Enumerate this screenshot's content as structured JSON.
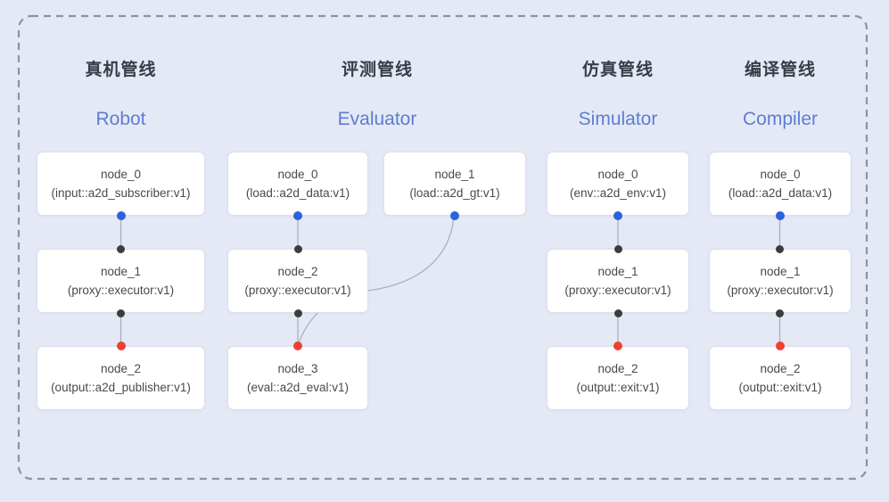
{
  "diagram": {
    "pipelines": [
      {
        "title_cn": "真机管线",
        "title_en": "Robot",
        "nodes": [
          {
            "name": "node_0",
            "type": "(input::a2d_subscriber:v1)"
          },
          {
            "name": "node_1",
            "type": "(proxy::executor:v1)"
          },
          {
            "name": "node_2",
            "type": "(output::a2d_publisher:v1)"
          }
        ]
      },
      {
        "title_cn": "评测管线",
        "title_en": "Evaluator",
        "nodes": [
          {
            "name": "node_0",
            "type": "(load::a2d_data:v1)"
          },
          {
            "name": "node_1",
            "type": "(load::a2d_gt:v1)"
          },
          {
            "name": "node_2",
            "type": "(proxy::executor:v1)"
          },
          {
            "name": "node_3",
            "type": "(eval::a2d_eval:v1)"
          }
        ]
      },
      {
        "title_cn": "仿真管线",
        "title_en": "Simulator",
        "nodes": [
          {
            "name": "node_0",
            "type": "(env::a2d_env:v1)"
          },
          {
            "name": "node_1",
            "type": "(proxy::executor:v1)"
          },
          {
            "name": "node_2",
            "type": "(output::exit:v1)"
          }
        ]
      },
      {
        "title_cn": "编译管线",
        "title_en": "Compiler",
        "nodes": [
          {
            "name": "node_0",
            "type": "(load::a2d_data:v1)"
          },
          {
            "name": "node_1",
            "type": "(proxy::executor:v1)"
          },
          {
            "name": "node_2",
            "type": "(output::exit:v1)"
          }
        ]
      }
    ],
    "colors": {
      "background": "#e5e9f6",
      "dashed_border": "#8e939e",
      "node_background": "#ffffff",
      "node_border": "#dadfea",
      "node_text": "#47494f",
      "title_cn": "#373c46",
      "title_en": "#5c7ed0",
      "edge": "#a9b1c5",
      "port_blue": "#2b63da",
      "port_black": "#3b3c3e",
      "port_red": "#ef4130"
    }
  }
}
